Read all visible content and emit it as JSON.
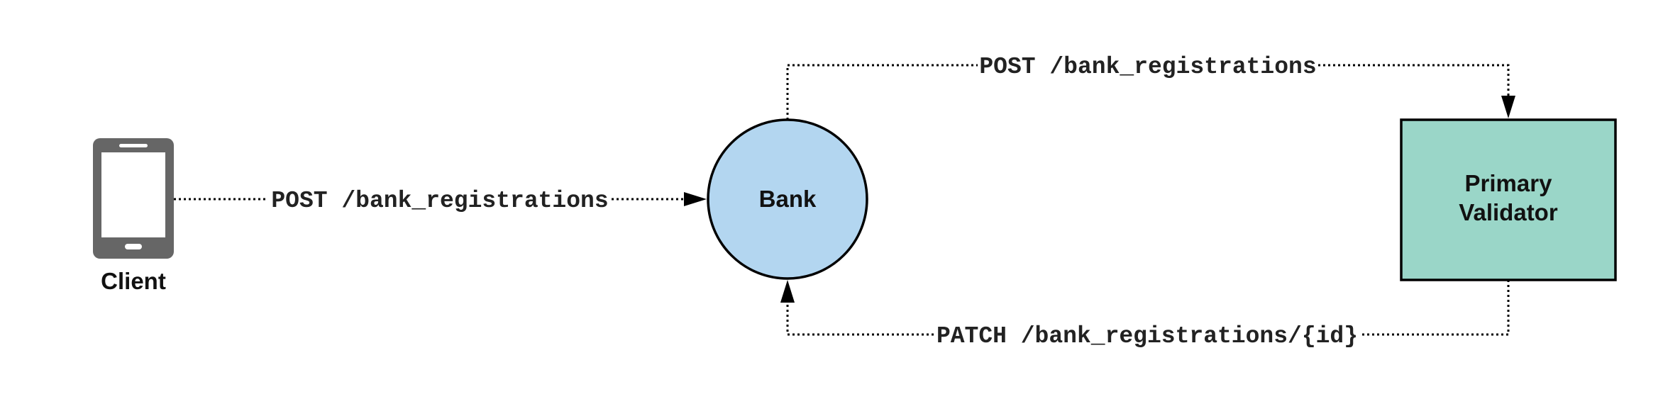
{
  "nodes": {
    "client": {
      "label": "Client",
      "icon": "smartphone-icon",
      "color": "#666666"
    },
    "bank": {
      "label": "Bank",
      "shape": "circle",
      "fill": "#b3d6f0",
      "stroke": "#000000"
    },
    "validator": {
      "label_lines": [
        "Primary",
        "Validator"
      ],
      "shape": "rectangle",
      "fill": "#9ad6c8",
      "stroke": "#000000"
    }
  },
  "edges": {
    "client_to_bank": {
      "label": "POST /bank_registrations",
      "style": "dotted"
    },
    "bank_to_validator": {
      "label": "POST /bank_registrations",
      "style": "dotted"
    },
    "validator_to_bank": {
      "label": "PATCH /bank_registrations/{id}",
      "style": "dotted"
    }
  }
}
